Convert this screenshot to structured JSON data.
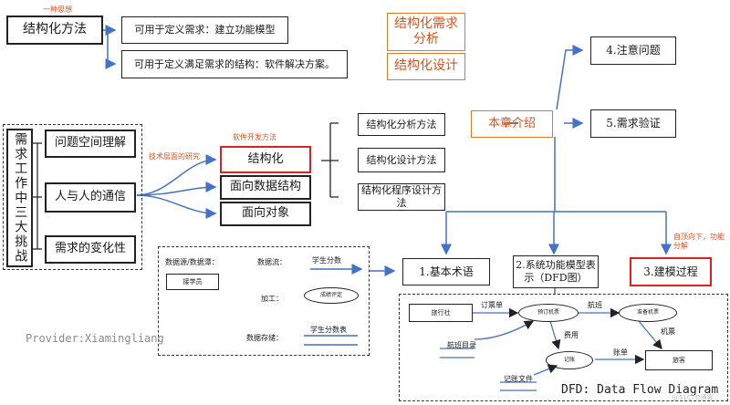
{
  "top": {
    "annotation": "一种思想",
    "main_box": "结构化方法",
    "desc1": "可用于定义需求：建立功能模型",
    "desc2": "可用于定义满足需求的结构：软件解决方案。"
  },
  "titles": {
    "struct_req_analysis": "结构化需求分析",
    "struct_design": "结构化设计"
  },
  "challenges": {
    "vertical_title": "需求工作中三大挑战",
    "items": [
      "问题空间理解",
      "人与人的通信",
      "需求的变化性"
    ]
  },
  "methods": {
    "header": "软件开发方法",
    "tech_note": "技术层面的研究",
    "items": [
      "结构化",
      "面向数据结构",
      "面向对象"
    ]
  },
  "struct_methods": [
    "结构化分析方法",
    "结构化设计方法",
    "结构化程序设计方法"
  ],
  "chapter": {
    "intro": "本章介绍",
    "items": [
      "4.注意问题",
      "5.需求验证",
      "1.基本术语",
      "2.系统功能模型表示（DFD图）",
      "3.建模过程"
    ],
    "topdown_note": "自顶向下，功能分解"
  },
  "legend": {
    "source_label": "数据源/数据潭：",
    "source_box": "接学员",
    "flow_label": "数据流：",
    "flow_text": "学生分数",
    "process_label": "加工：",
    "process_text": "成绩评定",
    "store_label": "数据存储：",
    "store_text": "学生分数表"
  },
  "dfd": {
    "source_node": "旅行社",
    "process1": "预订机票",
    "process2": "准备机票",
    "process3": "记账",
    "sink_node": "旅客",
    "store": "航班目录",
    "store2": "记账文件",
    "flow_order": "订票单",
    "flow_flight": "航班",
    "flow_fee": "费用",
    "flow_ticket": "机票",
    "flow_bill": "账单",
    "caption": "DFD: Data Flow Diagram"
  },
  "provider": "Provider:Xiamingliang",
  "watermark": "@51CTO博客",
  "colors": {
    "orange": "#d9531e",
    "red": "#e02020",
    "blue": "#2a5ea8",
    "accent_line": "#4472c4"
  }
}
